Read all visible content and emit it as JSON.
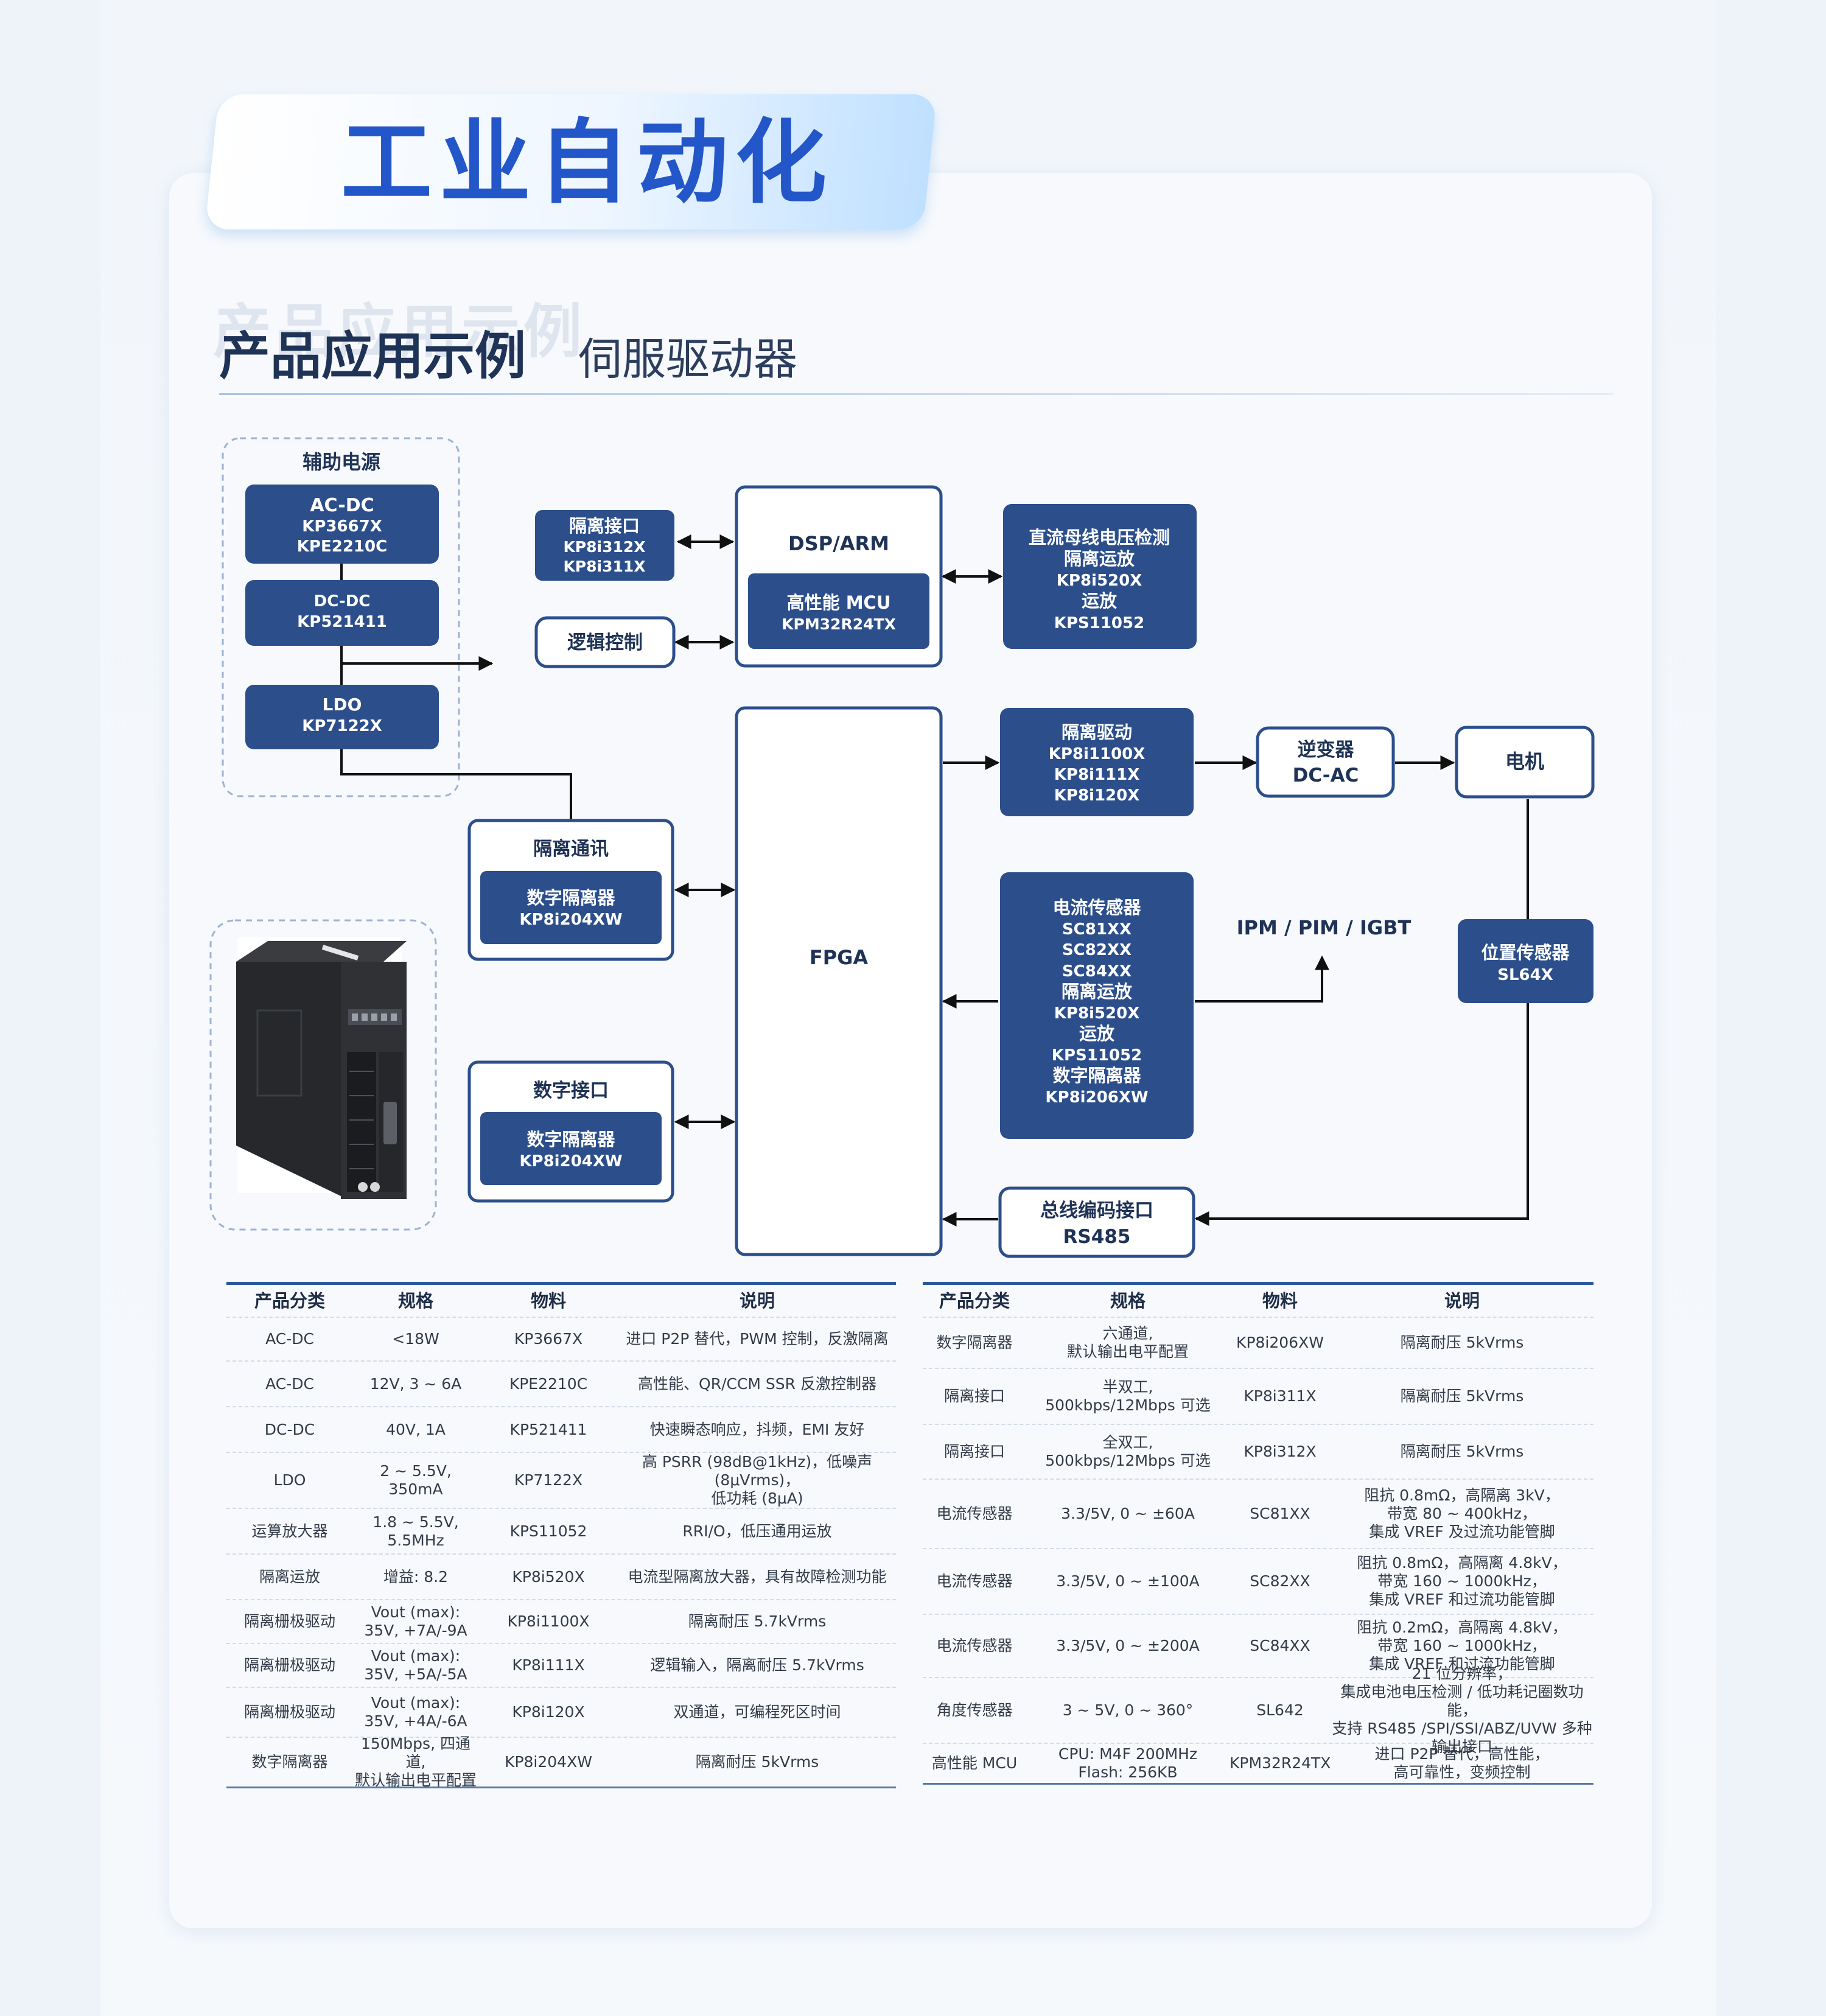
{
  "header": {
    "title": "工业自动化"
  },
  "section": {
    "ghost_title": "产品应用示例",
    "title": "产品应用示例",
    "subtitle": "伺服驱动器"
  },
  "diagram": {
    "power_group": {
      "title": "辅助电源",
      "acdc": [
        "AC-DC",
        "KP3667X",
        "KPE2210C"
      ],
      "dcdc": [
        "DC-DC",
        "KP521411"
      ],
      "ldo": [
        "LDO",
        "KP7122X"
      ]
    },
    "iso_interface": [
      "隔离接口",
      "KP8i312X",
      "KP8i311X"
    ],
    "logic_control": "逻辑控制",
    "dsp": {
      "title": "DSP/ARM",
      "mcu": [
        "高性能 MCU",
        "KPM32R24TX"
      ]
    },
    "dc_bus": [
      "直流母线电压检测",
      "隔离运放",
      "KP8i520X",
      "运放",
      "KPS11052"
    ],
    "fpga": "FPGA",
    "iso_driver": [
      "隔离驱动",
      "KP8i1100X",
      "KP8i111X",
      "KP8i120X"
    ],
    "inverter": [
      "逆变器",
      "DC-AC"
    ],
    "motor": "电机",
    "ipm": "IPM / PIM / IGBT",
    "position_sensor": [
      "位置传感器",
      "SL64X"
    ],
    "current_sensor": [
      "电流传感器",
      "SC81XX",
      "SC82XX",
      "SC84XX",
      "隔离运放",
      "KP8i520X",
      "运放",
      "KPS11052",
      "数字隔离器",
      "KP8i206XW"
    ],
    "iso_comm": {
      "title": "隔离通讯",
      "inner": [
        "数字隔离器",
        "KP8i204XW"
      ]
    },
    "digital_interface": {
      "title": "数字接口",
      "inner": [
        "数字隔离器",
        "KP8i204XW"
      ]
    },
    "encoder": [
      "总线编码接口",
      "RS485"
    ]
  },
  "left_table": {
    "headers": [
      "产品分类",
      "规格",
      "物料",
      "说明"
    ],
    "rows": [
      [
        "AC-DC",
        "<18W",
        "KP3667X",
        "进口 P2P 替代，PWM 控制，反激隔离"
      ],
      [
        "AC-DC",
        "12V, 3 ~ 6A",
        "KPE2210C",
        "高性能、QR/CCM SSR 反激控制器"
      ],
      [
        "DC-DC",
        "40V, 1A",
        "KP521411",
        "快速瞬态响应，抖频，EMI 友好"
      ],
      [
        "LDO",
        "2 ~ 5.5V, 350mA",
        "KP7122X",
        "高 PSRR (98dB@1kHz)，低噪声 (8μVrms)，\n低功耗 (8μA)"
      ],
      [
        "运算放大器",
        "1.8 ~ 5.5V, 5.5MHz",
        "KPS11052",
        "RRI/O，低压通用运放"
      ],
      [
        "隔离运放",
        "增益: 8.2",
        "KP8i520X",
        "电流型隔离放大器，具有故障检测功能"
      ],
      [
        "隔离栅极驱动",
        "Vout (max):\n35V, +7A/-9A",
        "KP8i1100X",
        "隔离耐压 5.7kVrms"
      ],
      [
        "隔离栅极驱动",
        "Vout (max):\n35V, +5A/-5A",
        "KP8i111X",
        "逻辑输入，隔离耐压 5.7kVrms"
      ],
      [
        "隔离栅极驱动",
        "Vout (max):\n35V, +4A/-6A",
        "KP8i120X",
        "双通道，可编程死区时间"
      ],
      [
        "数字隔离器",
        "150Mbps, 四通道,\n默认输出电平配置",
        "KP8i204XW",
        "隔离耐压 5kVrms"
      ]
    ]
  },
  "right_table": {
    "headers": [
      "产品分类",
      "规格",
      "物料",
      "说明"
    ],
    "rows": [
      [
        "数字隔离器",
        "六通道,\n默认输出电平配置",
        "KP8i206XW",
        "隔离耐压 5kVrms"
      ],
      [
        "隔离接口",
        "半双工,\n500kbps/12Mbps 可选",
        "KP8i311X",
        "隔离耐压 5kVrms"
      ],
      [
        "隔离接口",
        "全双工,\n500kbps/12Mbps 可选",
        "KP8i312X",
        "隔离耐压 5kVrms"
      ],
      [
        "电流传感器",
        "3.3/5V, 0 ~ ±60A",
        "SC81XX",
        "阻抗 0.8mΩ，高隔离 3kV，\n带宽 80 ~ 400kHz，\n集成 VREF 及过流功能管脚"
      ],
      [
        "电流传感器",
        "3.3/5V, 0 ~ ±100A",
        "SC82XX",
        "阻抗 0.8mΩ，高隔离 4.8kV，\n带宽 160 ~ 1000kHz，\n集成 VREF 和过流功能管脚"
      ],
      [
        "电流传感器",
        "3.3/5V, 0 ~ ±200A",
        "SC84XX",
        "阻抗 0.2mΩ，高隔离 4.8kV，\n带宽 160 ~ 1000kHz，\n集成 VREF 和过流功能管脚"
      ],
      [
        "角度传感器",
        "3 ~ 5V, 0 ~ 360°",
        "SL642",
        "21 位分辨率，\n集成电池电压检测 / 低功耗记圈数功能，\n支持 RS485 /SPI/SSI/ABZ/UVW 多种输出接口"
      ],
      [
        "高性能 MCU",
        "CPU: M4F 200MHz\nFlash: 256KB",
        "KPM32R24TX",
        "进口 P2P 替代，高性能，\n高可靠性，变频控制"
      ]
    ]
  },
  "colors": {
    "navy": "#2c4f8c",
    "outline": "#2c4f8c",
    "accent_blue": "#2356c8"
  }
}
